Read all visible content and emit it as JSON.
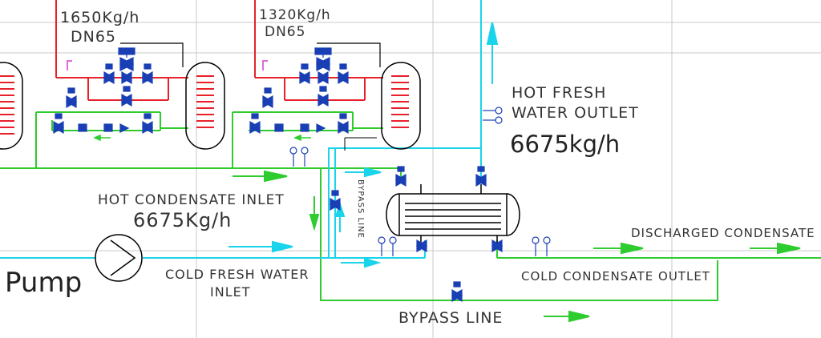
{
  "labels": {
    "flow_left": "1650Kg/h",
    "dn_left": "DN65",
    "flow_mid": "1320Kg/h",
    "dn_mid": "DN65",
    "hot_fresh_1": "HOT FRESH",
    "hot_fresh_2": "WATER OUTLET",
    "hot_fresh_flow": "6675kg/h",
    "hot_cond_inlet": "HOT CONDENSATE INLET",
    "hot_cond_flow": "6675Kg/h",
    "bypass_vertical": "BYPASS LINE",
    "discharged": "DISCHARGED CONDENSATE",
    "pump": "Pump",
    "cold_fresh_1": "COLD FRESH WATER",
    "cold_fresh_2": "INLET",
    "cold_cond_outlet": "COLD CONDENSATE OUTLET",
    "bypass_bottom": "BYPASS LINE"
  },
  "colors": {
    "steam": "#e8202a",
    "condensate": "#2ecc2e",
    "fresh_water": "#19d4ea",
    "valve": "#1a3fb5",
    "grid": "#c8c8c8",
    "equipment": "#000000"
  }
}
